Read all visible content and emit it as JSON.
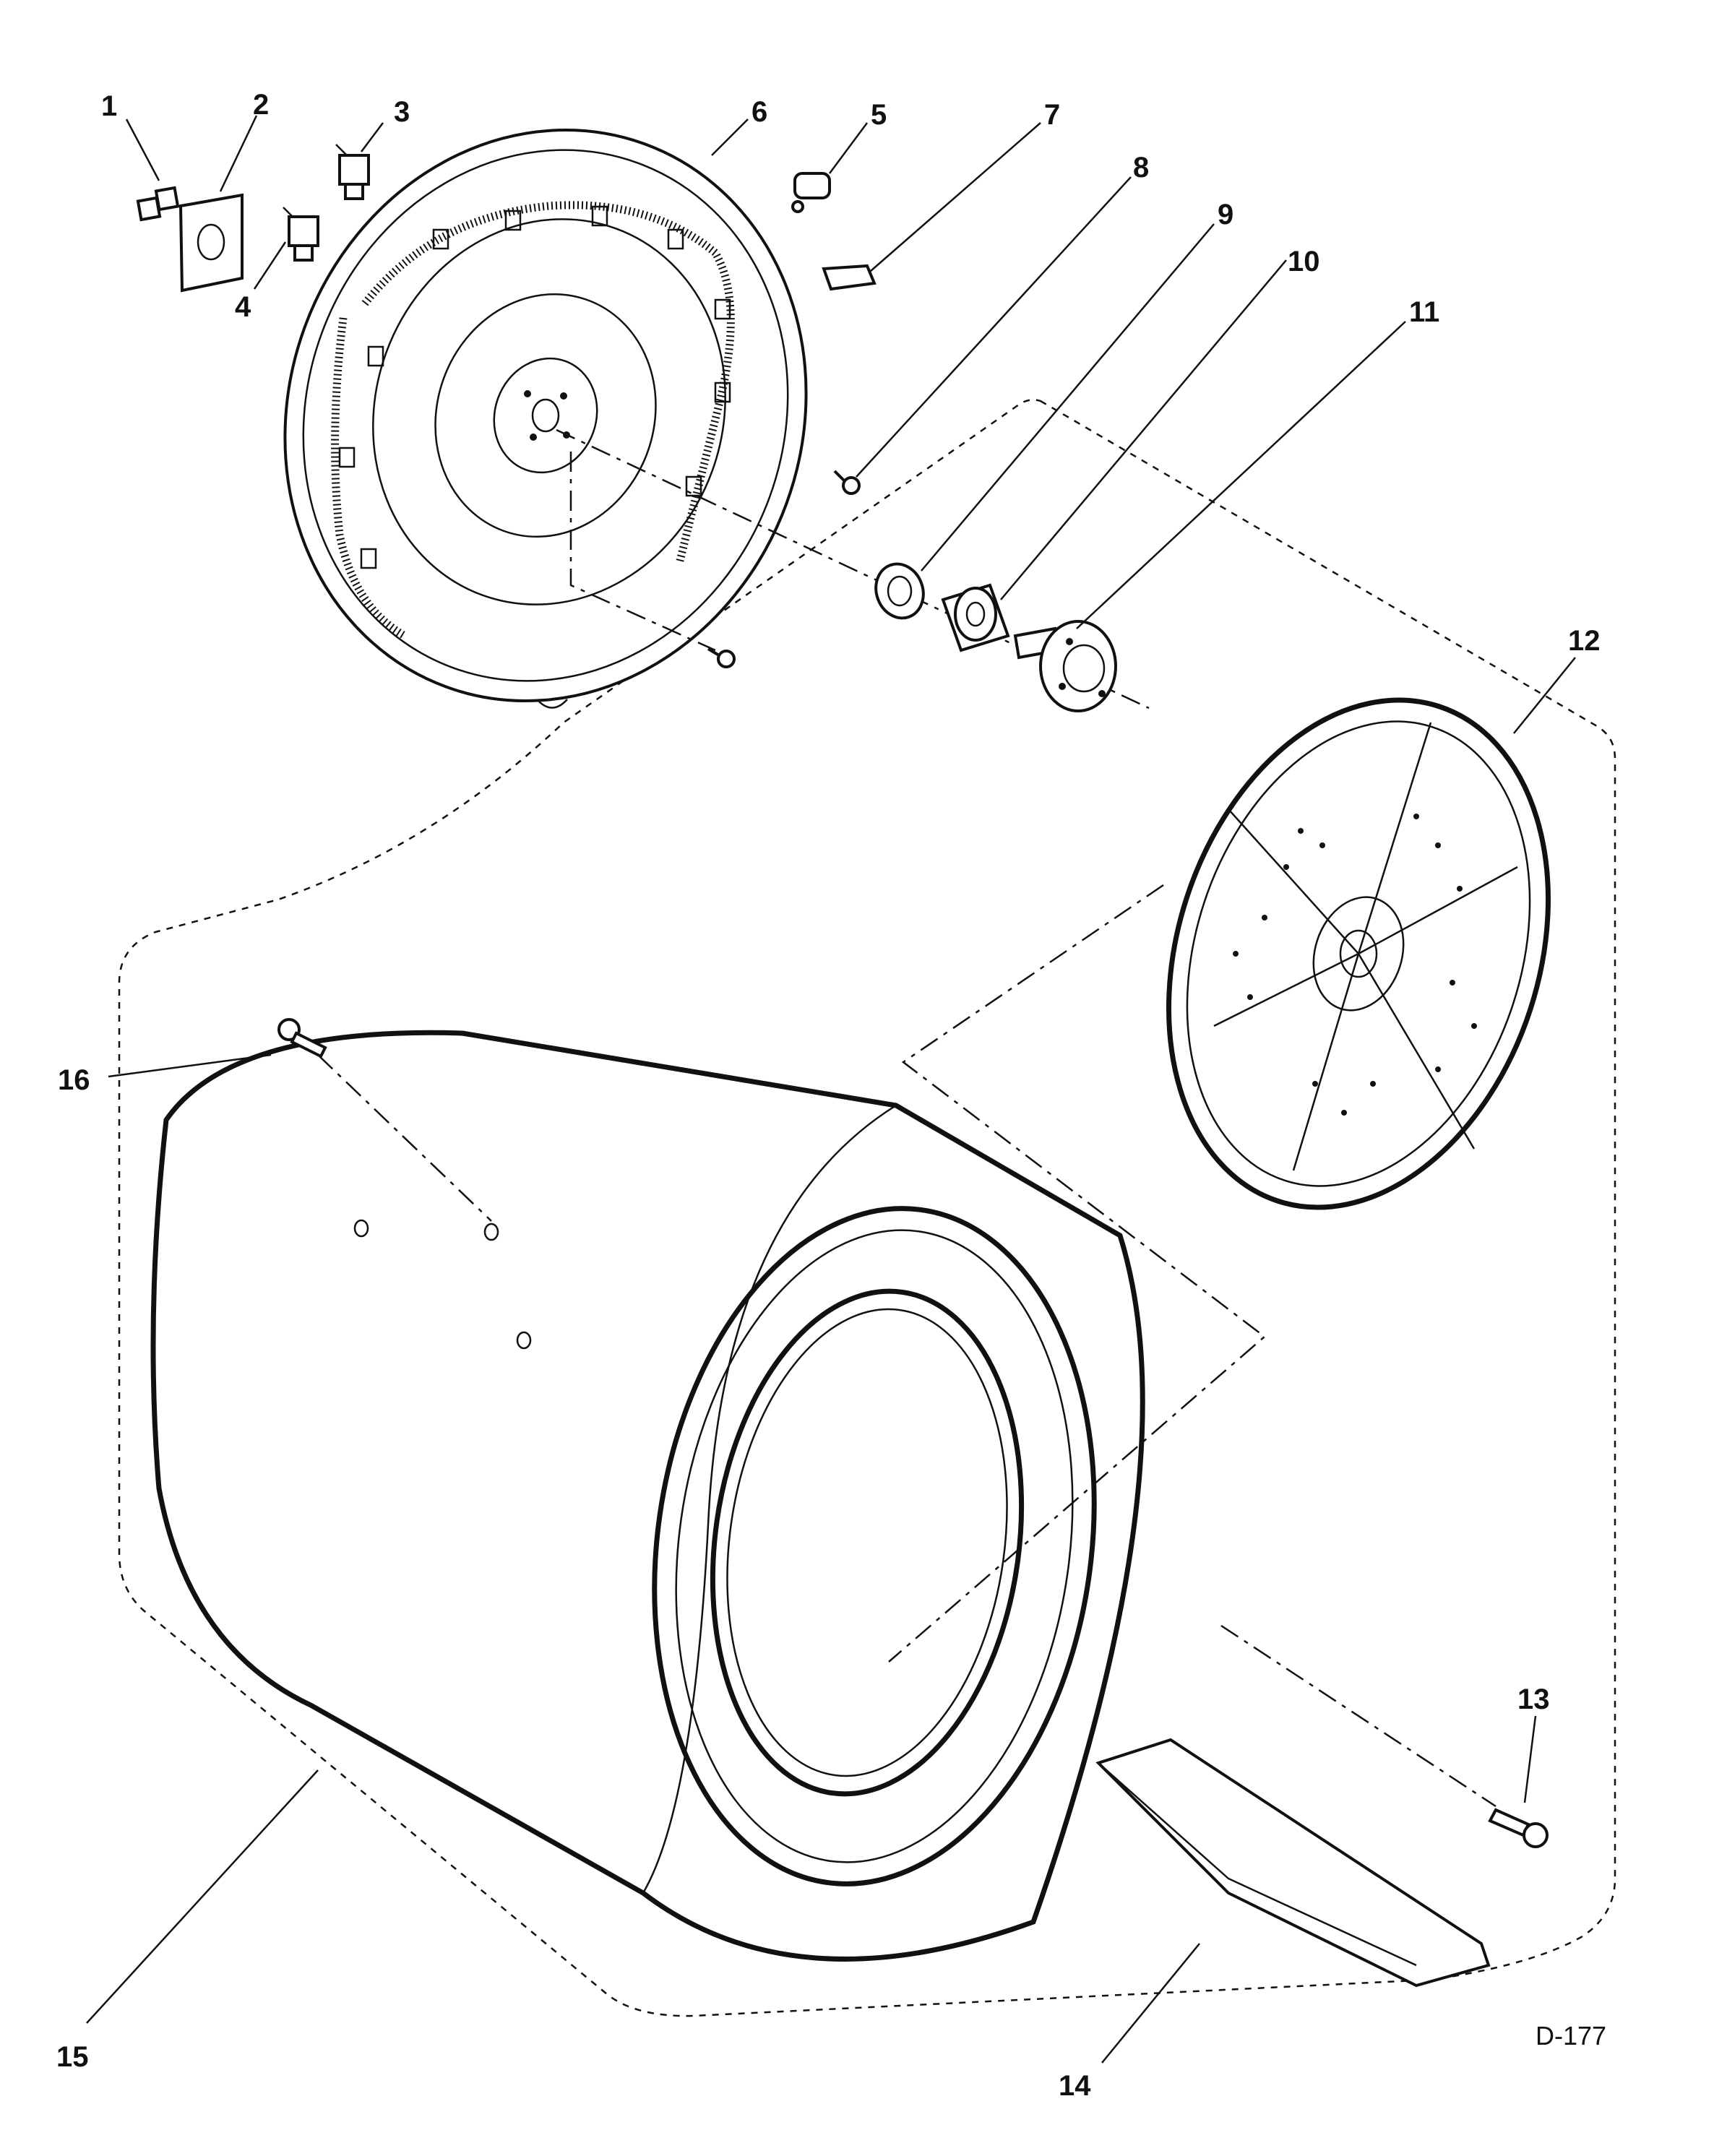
{
  "diagram": {
    "drawing_code": "D-177",
    "callouts": [
      {
        "id": "1",
        "label": "1"
      },
      {
        "id": "2",
        "label": "2"
      },
      {
        "id": "3",
        "label": "3"
      },
      {
        "id": "4",
        "label": "4"
      },
      {
        "id": "5",
        "label": "5"
      },
      {
        "id": "6",
        "label": "6"
      },
      {
        "id": "7",
        "label": "7"
      },
      {
        "id": "8",
        "label": "8"
      },
      {
        "id": "9",
        "label": "9"
      },
      {
        "id": "10",
        "label": "10"
      },
      {
        "id": "11",
        "label": "11"
      },
      {
        "id": "12",
        "label": "12"
      },
      {
        "id": "13",
        "label": "13"
      },
      {
        "id": "14",
        "label": "14"
      },
      {
        "id": "15",
        "label": "15"
      },
      {
        "id": "16",
        "label": "16"
      }
    ]
  },
  "colors": {
    "line": "#111111",
    "background": "#ffffff"
  }
}
